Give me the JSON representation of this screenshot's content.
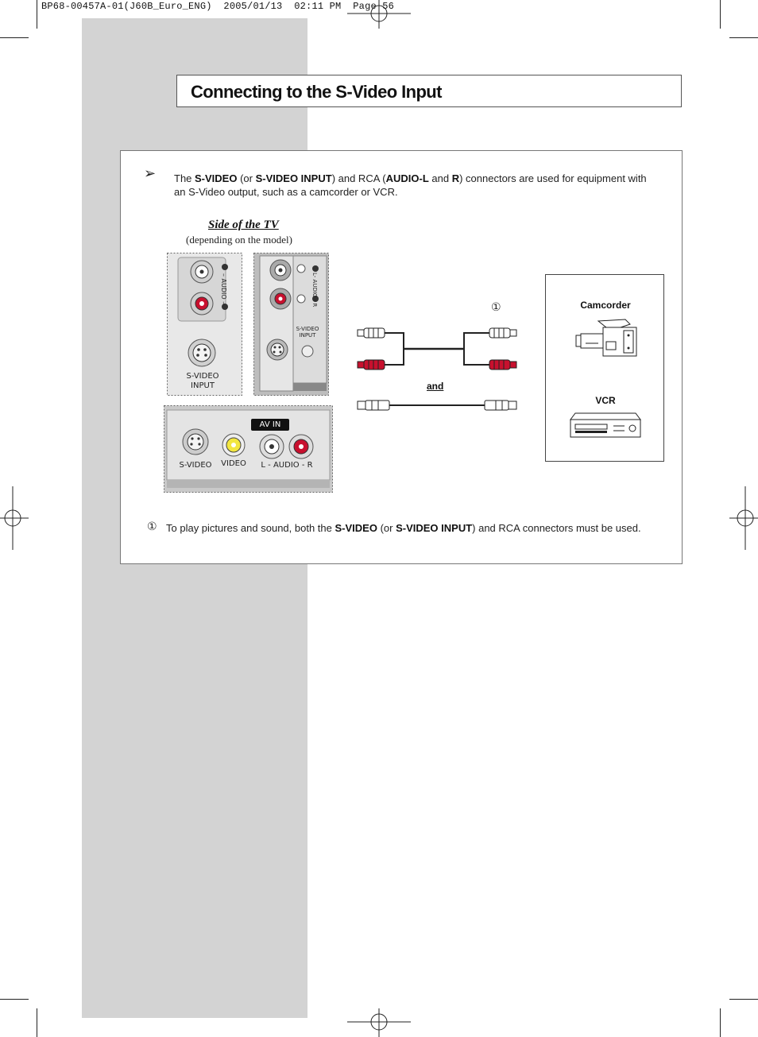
{
  "print_header": "BP68-00457A-01(J60B_Euro_ENG)  2005/01/13  02:11 PM  Page 56",
  "title": "Connecting to the S-Video Input",
  "intro": {
    "t1": "The ",
    "b1": "S-VIDEO",
    "t2": " (or ",
    "b2": "S-VIDEO INPUT",
    "t3": ") and RCA (",
    "b3": "AUDIO-L",
    "t4": " and ",
    "b4": "R",
    "t5": ") connectors are used for equipment with an S-Video output,  such as a camcorder or VCR."
  },
  "side_title": "Side of the TV",
  "side_subtitle": "(depending on the model)",
  "panel1": {
    "audio_label": "– AUDIO –",
    "l_mark": "L",
    "r_mark": "R",
    "svideo_label_1": "S-VIDEO",
    "svideo_label_2": "INPUT"
  },
  "panel2": {
    "audio_label": "L- AUDIO - R",
    "svideo_label_1": "S-VIDEO",
    "svideo_label_2": "INPUT"
  },
  "panel3": {
    "av_in": "AV IN",
    "svideo_label": "S-VIDEO",
    "video_label": "VIDEO",
    "audio_label": "L - AUDIO - R"
  },
  "cable_note_marker": "①",
  "and_label": "and",
  "devices": {
    "camcorder": "Camcorder",
    "vcr": "VCR"
  },
  "footnote": {
    "marker": "①",
    "t1": "To play pictures and sound, both the ",
    "b1": "S-VIDEO",
    "t2": " (or ",
    "b2": "S-VIDEO INPUT",
    "t3": ") and RCA connectors must be used."
  },
  "colors": {
    "band": "#d3d3d3",
    "red_jack": "#c8102e",
    "yellow_jack": "#f2e640",
    "panel": "#e6e6e6"
  }
}
